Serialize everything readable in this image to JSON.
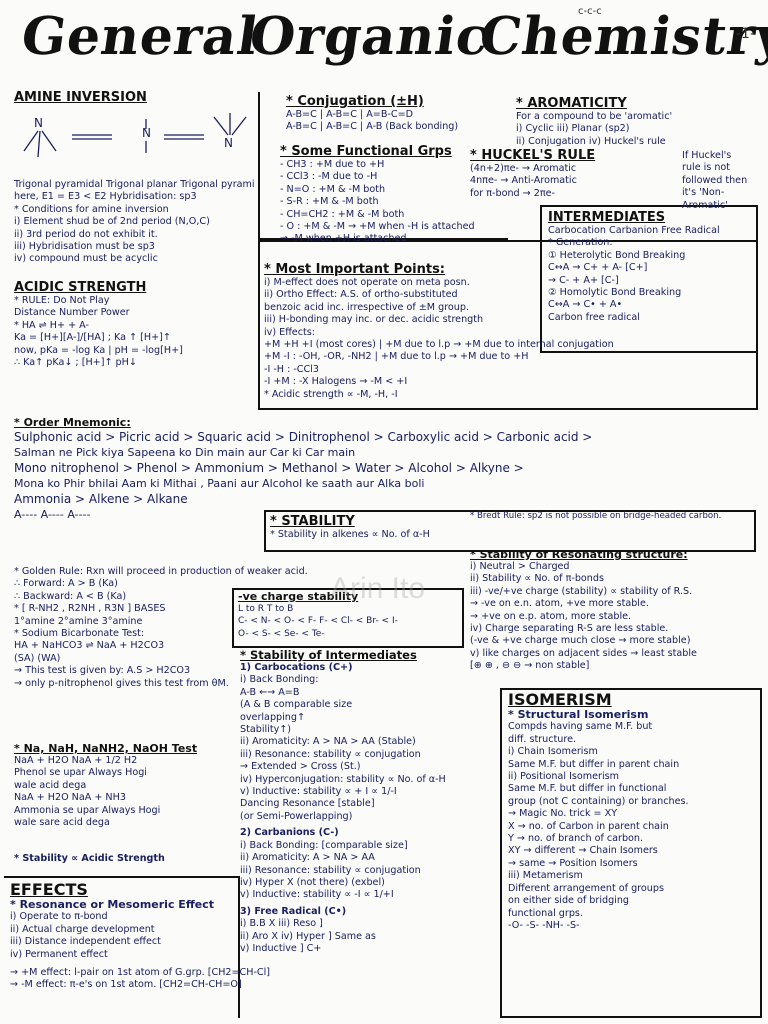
{
  "title": {
    "w1": "General",
    "w2": "Organic",
    "w3": "Chemistry"
  },
  "marks": {
    "m1": "c-c-c",
    "m2": "-1-"
  },
  "watermark": "Arin Ito",
  "amine": {
    "heading": "AMINE INVERSION",
    "lines": [
      "Trigonal pyramidal   Trigonal planar   Trigonal pyramidal",
      "here, E1 = E3 < E2     Hybridisation: sp3",
      "* Conditions for amine inversion",
      "i) Element shud be of 2nd period (N,O,C)",
      "ii) 3rd period do not exhibit it.",
      "iii) Hybridisation must be sp3",
      "iv) compound must be acyclic"
    ]
  },
  "acidic": {
    "heading": "ACIDIC STRENGTH",
    "lines": [
      "* RULE:  Do      Not      Play",
      "       Distance  Number  Power",
      "* HA ⇌ H+ + A-",
      "Ka = [H+][A-]/[HA] ; Ka ↑ [H+]↑",
      "now, pKa = -log Ka | pH = -log[H+]",
      "∴ Ka↑ pKa↓ ; [H+]↑ pH↓"
    ]
  },
  "conjugation": {
    "heading": "* Conjugation (±H)",
    "lines": [
      "A-B=C | A-B=C | A=B-C=D",
      "A-B=C | A-B=C | A-B (Back bonding)"
    ]
  },
  "functional": {
    "heading": "* Some Functional Grps",
    "lines": [
      "- CH3 : +M due to +H",
      "- CCl3 : -M due to -H",
      "- N=O : +M & -M both",
      "- S-R : +M & -M both",
      "- CH=CH2 : +M & -M both",
      "- O : +M & -M  → +M when -H is attached",
      "                → -M when +H is attached"
    ]
  },
  "aromaticity": {
    "heading": "* AROMATICITY",
    "lines": [
      "For a compound to be 'aromatic'",
      "i) Cyclic          iii) Planar (sp2)",
      "ii) Conjugation    iv) Huckel's rule"
    ]
  },
  "huckel": {
    "heading": "* HUCKEL'S RULE",
    "lines": [
      "(4n+2)πe- → Aromatic",
      "4nπe- → Anti-Aromatic",
      "for π-bond → 2πe-"
    ],
    "side": [
      "If Huckel's",
      "rule is not",
      "followed then",
      "it's 'Non-",
      "Aromatic'"
    ]
  },
  "intermediates": {
    "heading": "INTERMEDIATES",
    "lines": [
      "Carbocation   Carbanion   Free Radical",
      "* Generation:",
      "① Heterolytic Bond Breaking",
      "   C↔A → C+ + A- [C+]",
      "        → C- + A+ [C-]",
      "② Homolytic Bond Breaking",
      "   C↔A → C• + A•",
      "          Carbon free radical"
    ]
  },
  "important": {
    "heading": "* Most Important Points:",
    "lines": [
      "i) M-effect does not operate on meta posn.",
      "ii) Ortho Effect: A.S. of ortho-substituted",
      "    benzoic acid inc. irrespective of ±M group.",
      "iii) H-bonding may inc. or dec. acidic strength",
      "iv) Effects:",
      "  +M +H +I (most cores)  | +M due to l.p → +M due to internal conjugation",
      "  +M -I : -OH, -OR, -NH2 | +M due to l.p → +M due to +H",
      "  -I -H : -CCl3",
      "  -I +M : -X Halogens → -M < +I",
      "  * Acidic strength ∝ -M, -H, -I"
    ]
  },
  "order": {
    "heading": "* Order Mnemonic:",
    "lines": [
      "Sulphonic acid > Picric acid > Squaric acid > Dinitrophenol > Carboxylic acid > Carbonic acid >",
      "  Salman    ne     Pick  kiya    Sapeena  ko    Din  main   aur   Car   ki    Car  main",
      "Mono nitrophenol > Phenol > Ammonium > Methanol > Water > Alcohol > Alkyne >",
      "   Mona      ko      Phir  bhilai    Aam ki  Mithai ,  Paani aur  Alcohol ke saath aur  Alka boli",
      "Ammonia > Alkene > Alkane",
      "   A----    A----    A----"
    ]
  },
  "stability_box": {
    "heading": "* STABILITY",
    "line": "* Stability in alkenes ∝ No. of α-H",
    "bredt": "* Bredt Rule: sp2 is not possible on bridge-headed carbon."
  },
  "golden": {
    "lines": [
      "* Golden Rule: Rxn will proceed in production of weaker acid.",
      "    ∴ Forward: A > B (Ka)",
      "    ∴ Backward: A < B (Ka)",
      "* [ R-NH2 , R2NH , R3N ]  BASES",
      "   1°amine 2°amine 3°amine",
      "* Sodium Bicarbonate Test:",
      "   HA + NaHCO3 ⇌ NaA + H2CO3",
      "   (SA)                       (WA)",
      "→ This test is given by: A.S > H2CO3",
      "→ only p-nitrophenol gives this test from θM."
    ]
  },
  "resonating": {
    "heading": "* Stability of Resonating structure:",
    "lines": [
      "i) Neutral > Charged",
      "ii) Stability ∝ No. of π-bonds",
      "iii) -ve/+ve charge (stability) ∝ stability of R.S.",
      "     → -ve on e.n. atom, +ve more stable.",
      "     → +ve on e.p. atom, more stable.",
      "iv) Charge separating R-S are less stable.",
      "    (-ve & +ve charge much close → more stable)",
      "v) like charges on adjacent sides → least stable",
      "    [⊕ ⊕ , ⊖ ⊖ → non stable]"
    ]
  },
  "negcharge": {
    "heading": "-ve charge stability",
    "lines": [
      "L to R              T to B",
      "C- < N- < O- < F-   F- < Cl- < Br- < I-",
      "                   O- < S- < Se- < Te-"
    ]
  },
  "intermed_stab": {
    "heading": "* Stability of Intermediates",
    "sub1": "1) Carbocations (C+)",
    "lines": [
      "i) Back Bonding:",
      "     A-B ←→ A=B",
      "  (A & B comparable size",
      "   overlapping↑",
      "   Stability↑)",
      "ii) Aromaticity: A > NA > AA (Stable)",
      "iii) Resonance: stability ∝ conjugation",
      "     → Extended > Cross (St.)",
      "iv) Hyperconjugation: stability ∝ No. of α-H",
      "v) Inductive: stability ∝ + I ∝ 1/-I",
      "     Dancing Resonance [stable]",
      "     (or Semi-Powerlapping)"
    ],
    "sub2": "2) Carbanions (C-)",
    "lines2": [
      "i) Back Bonding:   [comparable size]",
      "ii) Aromaticity: A > NA > AA",
      "iii) Resonance: stability ∝ conjugation",
      "iv) Hyper X (not there) (exbel)",
      "v) Inductive: stability ∝ -I ∝ 1/+I"
    ],
    "sub3": "3) Free Radical (C•)",
    "lines3": [
      "i) B.B X   iii) Reso     ]",
      "ii) Aro X  iv) Hyper    ] Same as",
      "           v) Inductive ]   C+"
    ]
  },
  "sodium": {
    "heading": "* Na, NaH, NaNH2, NaOH Test",
    "lines": [
      "NaA + H2O    NaA + 1/2 H2",
      "Phenol se upar         Always Hogi",
      "wale acid dega",
      "    NaA + H2O          NaA + NH3",
      "  Ammonia se upar      Always Hogi",
      "  wale sare acid dega",
      "* Stability ∝ Acidic Strength"
    ]
  },
  "effects": {
    "heading": "EFFECTS",
    "sub": "* Resonance or Mesomeric Effect",
    "lines": [
      "i) Operate to π-bond",
      "ii) Actual charge development",
      "iii) Distance independent effect",
      "iv) Permanent effect",
      "→ +M effect: l-pair on 1st atom of G.grp. [CH2=CH-Cl]",
      "→ -M effect: π-e's on 1st atom. [CH2=CH-CH=O]"
    ]
  },
  "isomerism": {
    "heading": "ISOMERISM",
    "sub": "* Structural Isomerism",
    "lines": [
      "Compds having same M.F. but",
      "diff. structure.",
      "i) Chain Isomerism",
      "Same M.F. but differ in parent chain",
      "ii) Positional Isomerism",
      "Same M.F. but differ in functional",
      "group (not C containing) or branches.",
      "→ Magic No. trick = XY",
      "   X → no. of Carbon in parent chain",
      "   Y → no. of branch of carbon.",
      "XY → different → Chain Isomers",
      "   → same → Position Isomers",
      "iii) Metamerism",
      "Different arrangement of groups",
      "on either side of bridging",
      "functional grps.",
      " -O-     -S-    -NH-    -S-"
    ]
  }
}
